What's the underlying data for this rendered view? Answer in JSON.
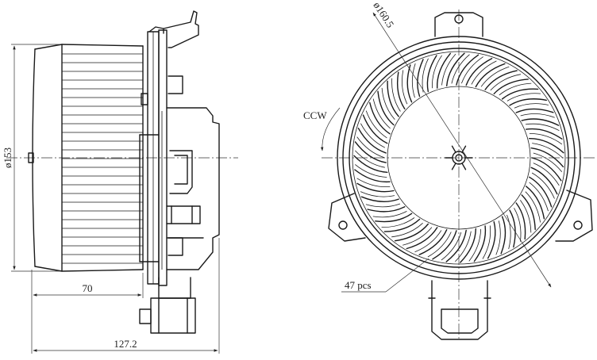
{
  "drawing": {
    "side_view": {
      "dim_diameter": "ø153",
      "dim_depth": "70",
      "dim_total_length": "127.2"
    },
    "front_view": {
      "dim_diameter": "ø160.5",
      "rotation": "CCW",
      "blade_count": "47 pcs",
      "blades": 47
    }
  }
}
